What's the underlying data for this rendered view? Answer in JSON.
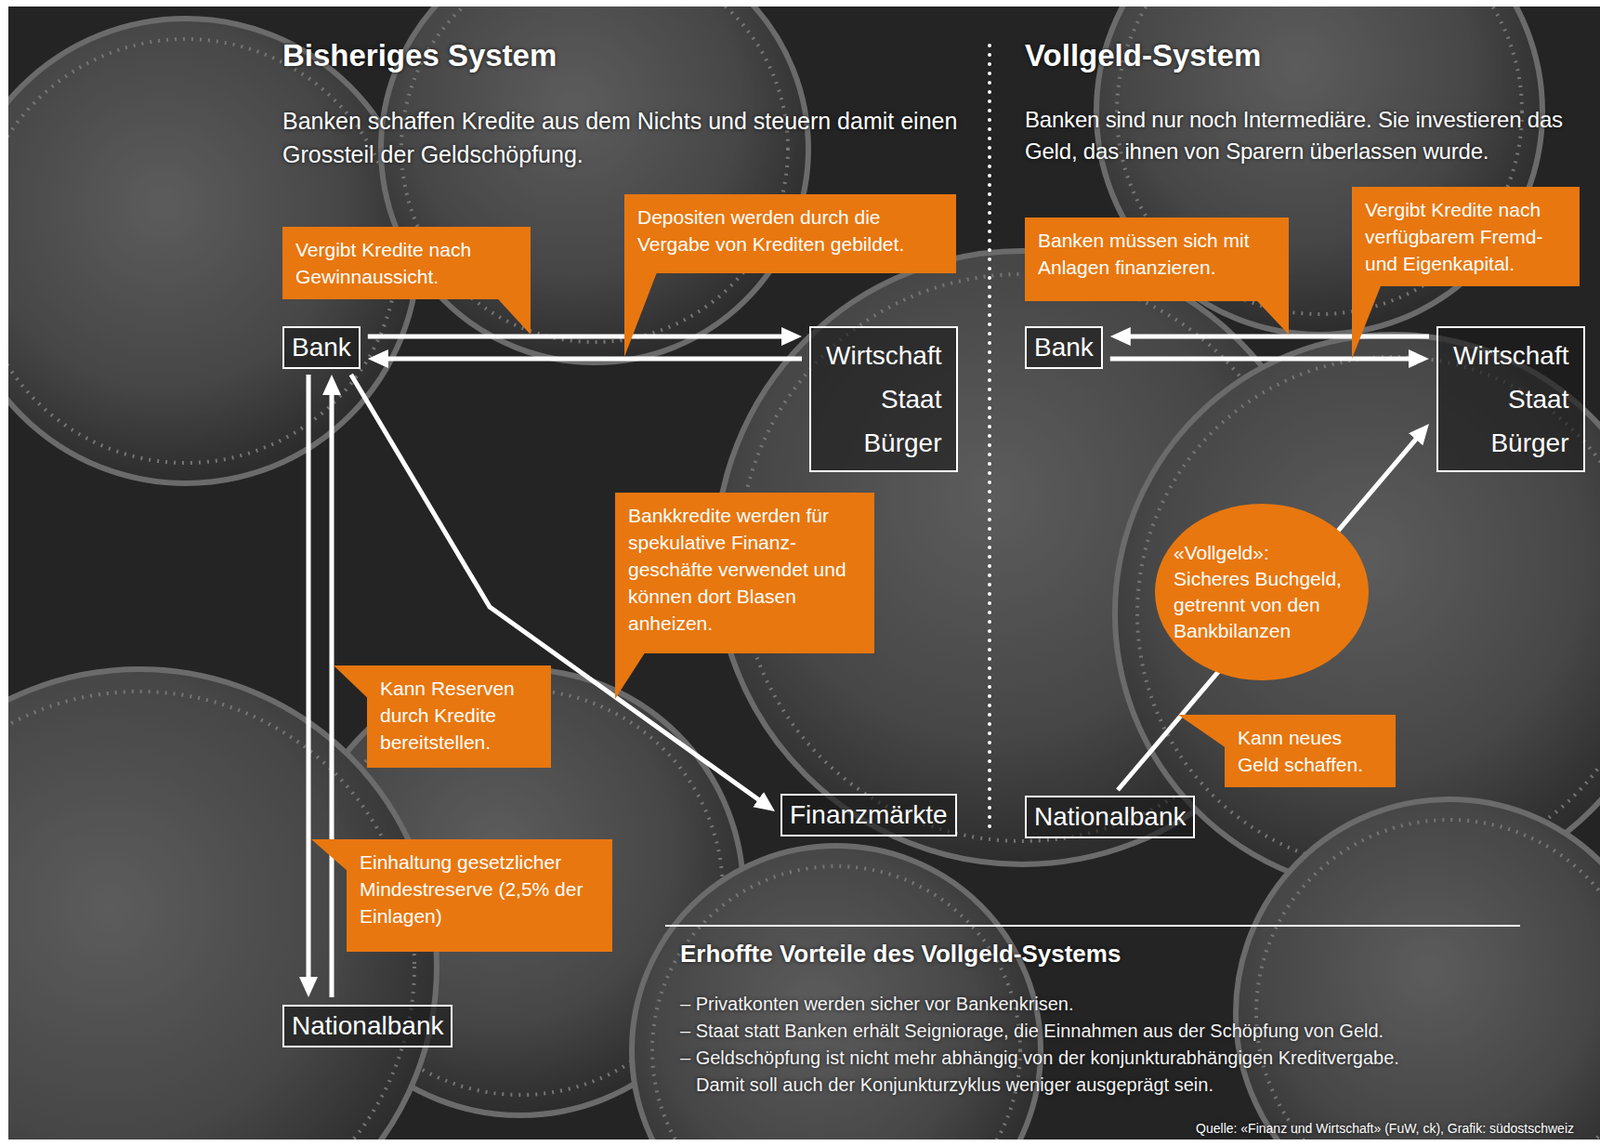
{
  "diagram": {
    "caption": "Quelle: «Finanz und Wirtschaft» (FuW, ck), Grafik: südostschweiz",
    "nodes": [
      {
        "text": [
          "Bank"
        ]
      },
      {
        "text": [
          "Vergibt Kredite nach Gewinnaussicht."
        ]
      },
      {
        "text": [
          "Depositen werden durch die Vergabe von Krediten gebildet."
        ]
      },
      {
        "text": [
          "Wirtschaft Staat Bürger"
        ]
      },
      {
        "text": [
          "Bankkredite werden für spekulative Finanz- geschäfte verwendet und können dort Blasen anheizen."
        ]
      },
      {
        "text": [
          "Kann Reserven durch Kredite bereitstellen."
        ]
      },
      {
        "text": [
          "Finanzmärkte"
        ]
      },
      {
        "text": [
          "Einhaltung gesetzlicher Mindestreserve (2,5% der Einlagen)"
        ]
      },
      {
        "text": [
          "Nationalbank"
        ]
      },
      {
        "text": [
          "Banken müssen sich mit Anlagen finanzieren."
        ]
      },
      {
        "text": [
          "Vergibt Kredite nach verfügbarem Fremd- und Eigenkapital."
        ]
      },
      {
        "text": [
          "Bank"
        ]
      },
      {
        "text": [
          "Wirtschaft Staat Bürger"
        ]
      },
      {
        "text": [
          "«Vollgeld»: Sicheres Buchgeld, getrennt von den Bankbilanzen"
        ]
      },
      {
        "text": [
          "Kann neues Geld schaffen."
        ]
      },
      {
        "text": [
          "Nationalbank"
        ]
      }
    ],
    "edges": [
      {
        "from": 0,
        "to": 3,
        "arrow": "to"
      },
      {
        "from": 3,
        "to": 0,
        "arrow": "to"
      },
      {
        "from": 0,
        "to": 6,
        "arrow": "to"
      },
      {
        "from": 0,
        "to": 8,
        "arrow": "to"
      },
      {
        "from": 8,
        "to": 0,
        "arrow": "to"
      },
      {
        "from": 12,
        "to": 11,
        "arrow": "to"
      },
      {
        "from": 11,
        "to": 12,
        "arrow": "to"
      },
      {
        "from": 15,
        "to": 12,
        "arrow": "to"
      }
    ],
    "labels": [
      "Bisheriges System",
      "Banken schaffen Kredite aus dem Nichts und steuern damit einen Grossteil der Geldschöpfung.",
      "Vollgeld-System",
      "Banken sind nur noch Intermediäre. Sie investieren das Geld, das ihnen von Sparern überlassen wurde.",
      "Erhoffte Vorteile des Vollgeld-Systems",
      "– Privatkonten werden sicher vor Bankenkrisen.",
      "– Staat statt Banken erhält Seigniorage, die Einnahmen aus der Schöpfung von Geld.",
      "– Geldschöpfung ist nicht mehr abhängig von der konjunkturabhängigen Kreditvergabe. Damit soll auch der Konjunkturzyklus weniger ausgeprägt sein."
    ]
  }
}
